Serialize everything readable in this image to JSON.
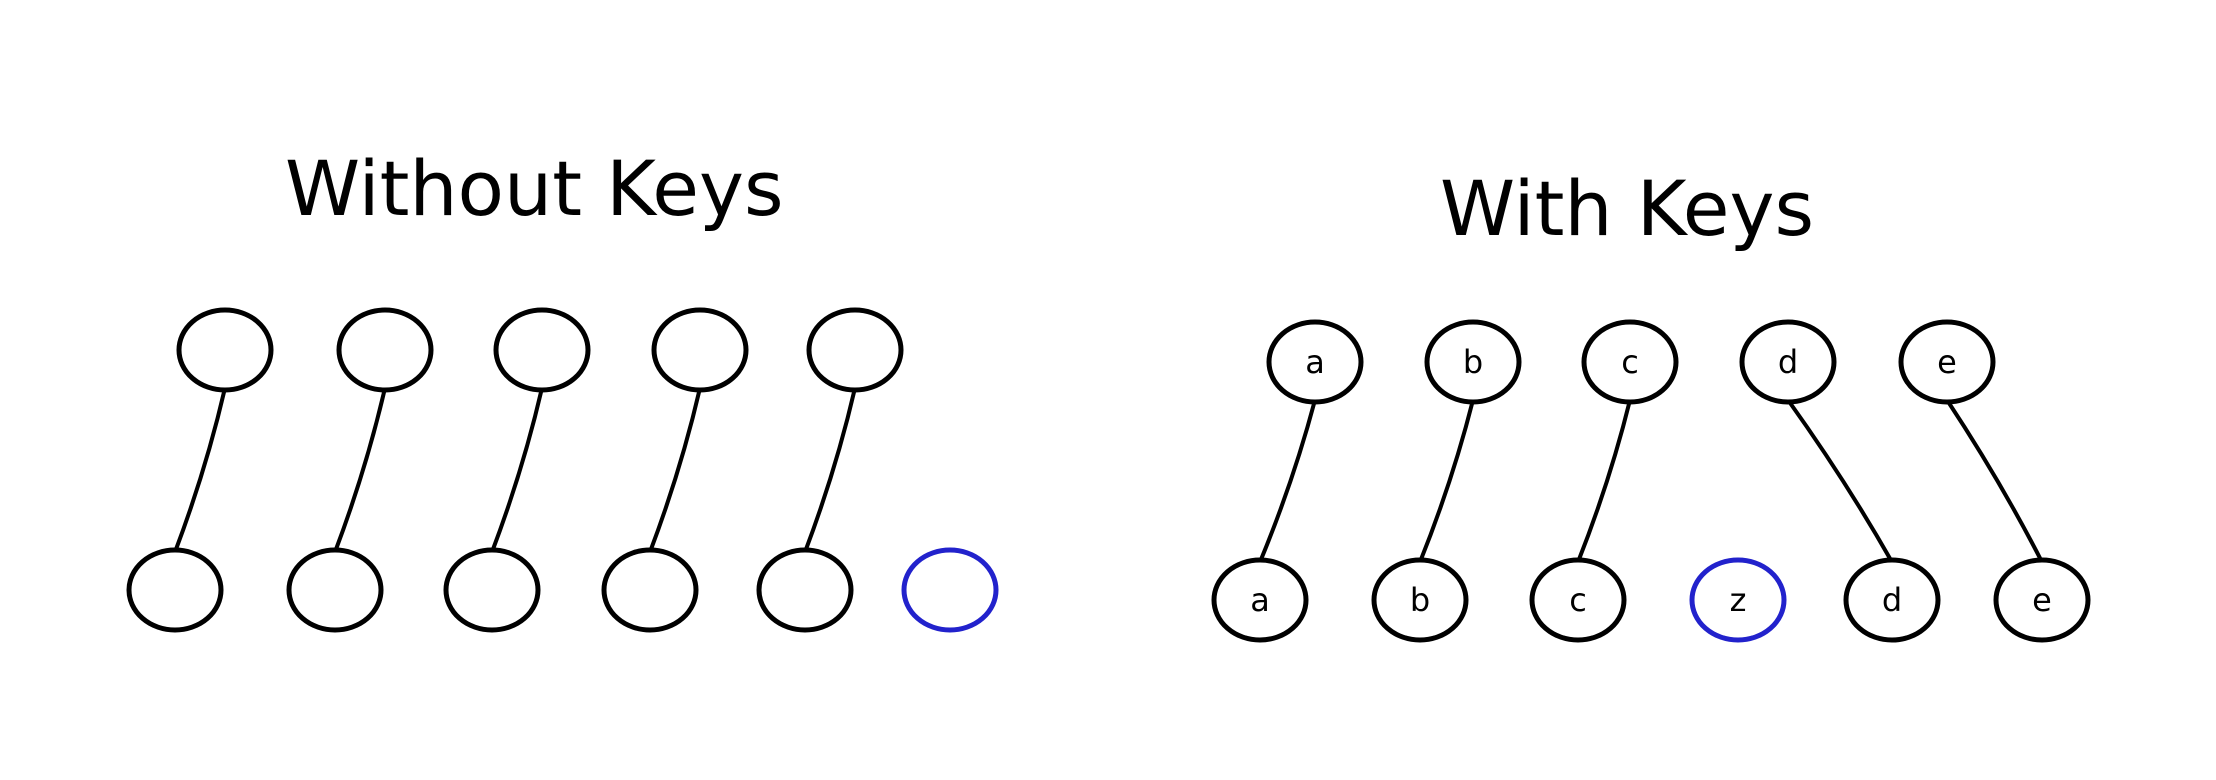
{
  "colors": {
    "stroke": "#000000",
    "highlight": "#2222cc"
  },
  "panels": [
    {
      "title": "Without Keys",
      "top_nodes": [
        "",
        "",
        "",
        "",
        ""
      ],
      "bottom_nodes": [
        {
          "label": ""
        },
        {
          "label": ""
        },
        {
          "label": ""
        },
        {
          "label": ""
        },
        {
          "label": ""
        },
        {
          "label": "",
          "highlight": true
        }
      ],
      "links": [
        [
          0,
          0
        ],
        [
          1,
          1
        ],
        [
          2,
          2
        ],
        [
          3,
          3
        ],
        [
          4,
          4
        ]
      ]
    },
    {
      "title": "With Keys",
      "top_nodes": [
        "a",
        "b",
        "c",
        "d",
        "e"
      ],
      "bottom_nodes": [
        {
          "label": "a"
        },
        {
          "label": "b"
        },
        {
          "label": "c"
        },
        {
          "label": "z",
          "highlight": true
        },
        {
          "label": "d"
        },
        {
          "label": "e"
        }
      ],
      "links": [
        [
          0,
          0
        ],
        [
          1,
          1
        ],
        [
          2,
          2
        ],
        [
          3,
          4
        ],
        [
          4,
          5
        ]
      ]
    }
  ]
}
